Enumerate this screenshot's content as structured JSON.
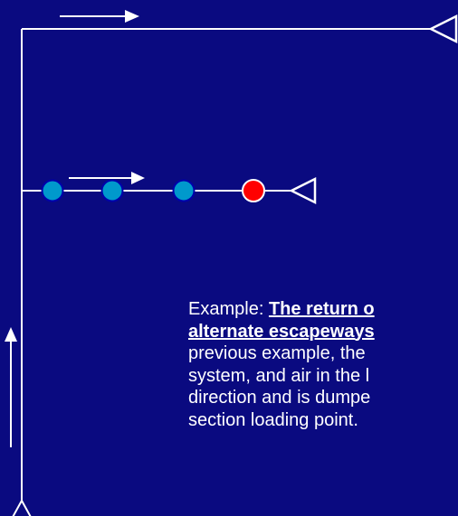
{
  "caption": {
    "prefix": "Example: ",
    "bold_line1": "The return o",
    "bold_line2": "alternate escapeways",
    "line3": "previous example, the",
    "line4": "system, and air in the l",
    "line5": "direction and is dumpe",
    "line6": "section loading point."
  },
  "colors": {
    "background": "#0a0a80",
    "line": "#ffffff",
    "node_teal": "#0099cc",
    "node_red": "#ff0000"
  },
  "icons": {
    "flow_arrow": "arrow-right",
    "up_arrow": "arrow-up",
    "regulator": "triangle-left"
  }
}
